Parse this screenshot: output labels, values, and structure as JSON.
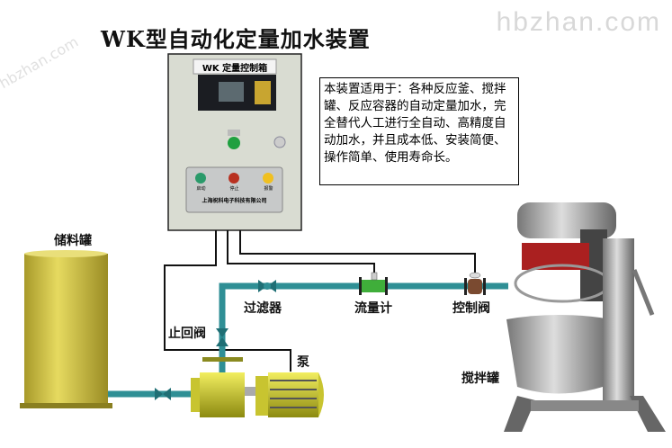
{
  "title": "WK型自动化定量加水装置",
  "watermark": "hbzhan.com",
  "description": "本装置适用于：各种反应釜、搅拌罐、反应容器的自动定量加水，完全替代人工进行全自动、高精度自动加水，并且成本低、安装简便、操作简单、使用寿命长。",
  "cabinet": {
    "nameplate": "WK 定量控制箱",
    "buttons": [
      "启动",
      "停止",
      "报警"
    ],
    "company": "上海祝科电子科技有限公司"
  },
  "labels": {
    "tank": "储料罐",
    "filter": "过滤器",
    "flowmeter": "流量计",
    "control_valve": "控制阀",
    "check_valve": "止回阀",
    "pump": "泵",
    "mixer": "搅拌罐"
  },
  "colors": {
    "pipe": "#2f8f95",
    "tank": "#d6c94a",
    "flowmeter": "#3fae3a",
    "pump": "#e0dc30"
  }
}
